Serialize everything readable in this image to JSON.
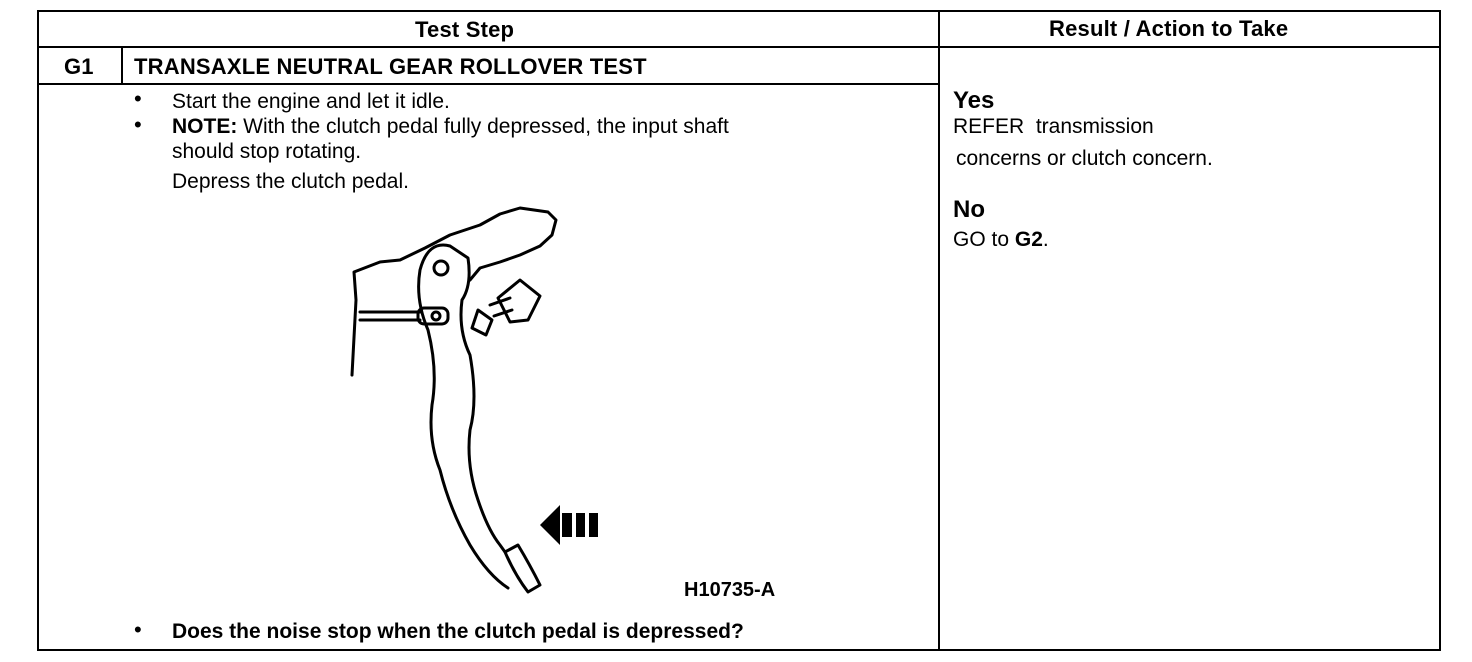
{
  "header": {
    "test_step": "Test Step",
    "result_action": "Result / Action to Take"
  },
  "step": {
    "id": "G1",
    "title": "TRANSAXLE NEUTRAL GEAR ROLLOVER TEST",
    "bullets": [
      {
        "text": "Start the engine and let it idle."
      },
      {
        "note_label": "NOTE:",
        "text_line1": "With the clutch pedal fully depressed, the input shaft",
        "text_line2": "should stop rotating.",
        "text_line3": "Depress the clutch pedal."
      }
    ],
    "figure_id": "H10735-A",
    "question": "Does the noise stop when the clutch pedal is depressed?",
    "bullet_glyph": "•"
  },
  "results": {
    "yes": {
      "label": "Yes",
      "line1": "REFER  transmission",
      "line2": "concerns or clutch concern."
    },
    "no": {
      "label": "No",
      "prefix": "GO to ",
      "target": "G2",
      "suffix": "."
    }
  }
}
